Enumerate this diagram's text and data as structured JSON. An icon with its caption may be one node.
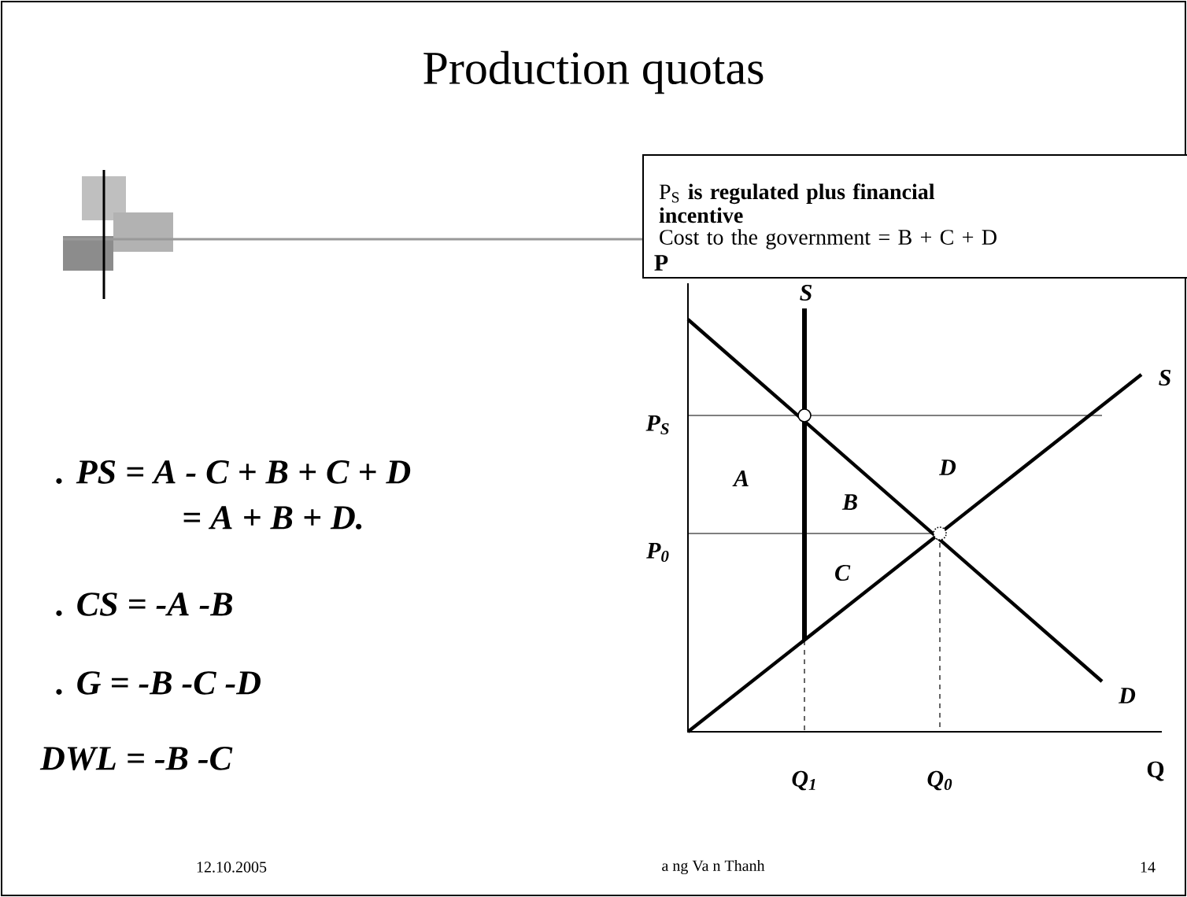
{
  "diagram": {
    "title": "Production quotas",
    "nodes": [
      {
        "text": [
          "P$_{S}$ **is regulated plus financial incentive**",
          "Cost to the government = B + C + D"
        ]
      }
    ],
    "edges": [],
    "labels": [
      ". PS = A - C + B + C + D",
      "= A + B + D.",
      ". CS = -A -B",
      ". G = -B -C -D",
      "DWL = -B -C",
      "P",
      "S",
      "S",
      "P$_{S}$",
      "A",
      "D",
      "B",
      "P$_{0}$",
      "C",
      "D",
      "Q$_{1}$",
      "Q$_{0}$",
      "Q",
      "12.10.2005",
      "a ng Va n Thanh",
      "14"
    ]
  }
}
